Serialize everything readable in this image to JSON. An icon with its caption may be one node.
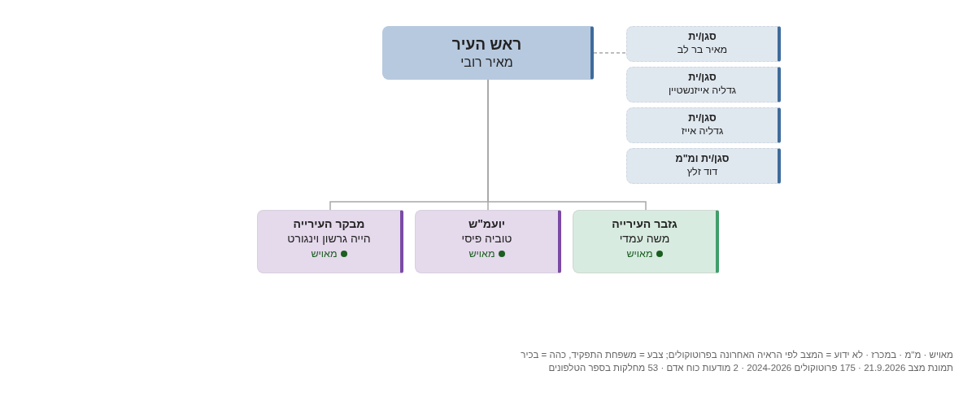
{
  "diagram": {
    "nodes": [
      {
        "text": [
          "ראש העיר",
          "מאיר רובי"
        ]
      },
      {
        "text": [
          "סגן/ית",
          "מאיר בר לב"
        ]
      },
      {
        "text": [
          "סגן/ית",
          "גדליה אייזנשטיין"
        ]
      },
      {
        "text": [
          "סגן/ית",
          "גדליה אייז"
        ]
      },
      {
        "text": [
          "סגן/ית ומ\"מ",
          "דוד זלץ"
        ]
      },
      {
        "text": [
          "גזבר העירייה",
          "משה עמדי",
          "מאויש"
        ]
      },
      {
        "text": [
          "יועמ\"ש",
          "טוביה פיסי",
          "מאויש"
        ]
      },
      {
        "text": [
          "מבקר העירייה",
          "הייה גרשון וינגורט",
          "מאויש"
        ]
      }
    ],
    "edges": [
      {
        "from": 0,
        "to": 1,
        "arrow": "none",
        "style": "dashed"
      },
      {
        "from": 0,
        "to": 5,
        "arrow": "none"
      },
      {
        "from": 0,
        "to": 6,
        "arrow": "none"
      },
      {
        "from": 0,
        "to": 7,
        "arrow": "none"
      }
    ],
    "labels": [
      "מאויש · מ\"מ · במכרז · לא ידוע = המצב לפי הראיה האחרונה בפרוטוקולים; צבע = משפחת התפקיד, כהה = בכיר",
      "תמונת מצב 21.9.2026 · 175 פרוטוקולים 2024-2026 · 2 מודעות כוח אדם · 53 מחלקות בספר הטלפונים"
    ]
  }
}
